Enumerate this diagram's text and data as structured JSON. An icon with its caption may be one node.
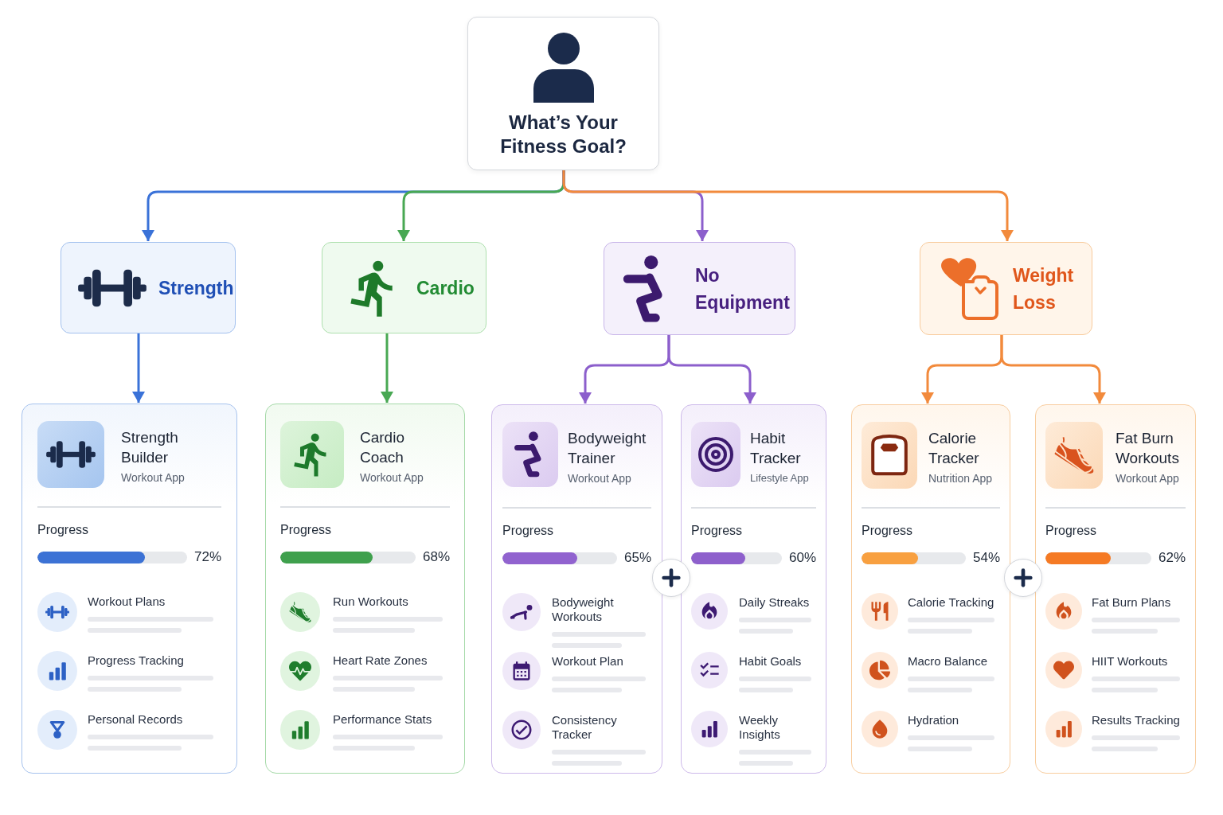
{
  "diagram": {
    "nodes": [
      {
        "text": [
          "What’s Your Fitness Goal?"
        ]
      },
      {
        "text": [
          "Strength"
        ]
      },
      {
        "text": [
          "Cardio"
        ]
      },
      {
        "text": [
          "No Equipment"
        ]
      },
      {
        "text": [
          "Weight Loss"
        ]
      },
      {
        "text": [
          "Strength Builder",
          "Workout App",
          "Progress",
          "72%",
          "Workout Plans",
          "Progress Tracking",
          "Personal Records"
        ]
      },
      {
        "text": [
          "Cardio Coach",
          "Workout App",
          "Progress",
          "68%",
          "Run Workouts",
          "Heart Rate Zones",
          "Performance Stats"
        ]
      },
      {
        "text": [
          "Bodyweight Trainer",
          "Workout App",
          "Progress",
          "65%",
          "Bodyweight Workouts",
          "Workout Plan",
          "Consistency Tracker"
        ]
      },
      {
        "text": [
          "Habit Tracker",
          "Lifestyle App",
          "Progress",
          "60%",
          "Daily Streaks",
          "Habit Goals",
          "Weekly Insights"
        ]
      },
      {
        "text": [
          "Calorie Tracker",
          "Nutrition App",
          "Progress",
          "54%",
          "Calorie Tracking",
          "Macro Balance",
          "Hydration"
        ]
      },
      {
        "text": [
          "Fat Burn Workouts",
          "Workout App",
          "Progress",
          "62%",
          "Fat Burn Plans",
          "HIIT Workouts",
          "Results Tracking"
        ]
      }
    ],
    "edges": [
      {
        "from": 0,
        "to": 1,
        "arrow": "to",
        "color": "#3a72d8"
      },
      {
        "from": 0,
        "to": 2,
        "arrow": "to",
        "color": "#48a853"
      },
      {
        "from": 0,
        "to": 3,
        "arrow": "to",
        "color": "#8c5fcc"
      },
      {
        "from": 0,
        "to": 4,
        "arrow": "to",
        "color": "#f28a3c"
      },
      {
        "from": 1,
        "to": 5,
        "arrow": "to",
        "color": "#3a72d8"
      },
      {
        "from": 2,
        "to": 6,
        "arrow": "to",
        "color": "#48a853"
      },
      {
        "from": 3,
        "to": 7,
        "arrow": "to",
        "color": "#8c5fcc"
      },
      {
        "from": 3,
        "to": 8,
        "arrow": "to",
        "color": "#8c5fcc"
      },
      {
        "from": 4,
        "to": 9,
        "arrow": "to",
        "color": "#f28a3c"
      },
      {
        "from": 4,
        "to": 10,
        "arrow": "to",
        "color": "#f28a3c"
      }
    ]
  }
}
